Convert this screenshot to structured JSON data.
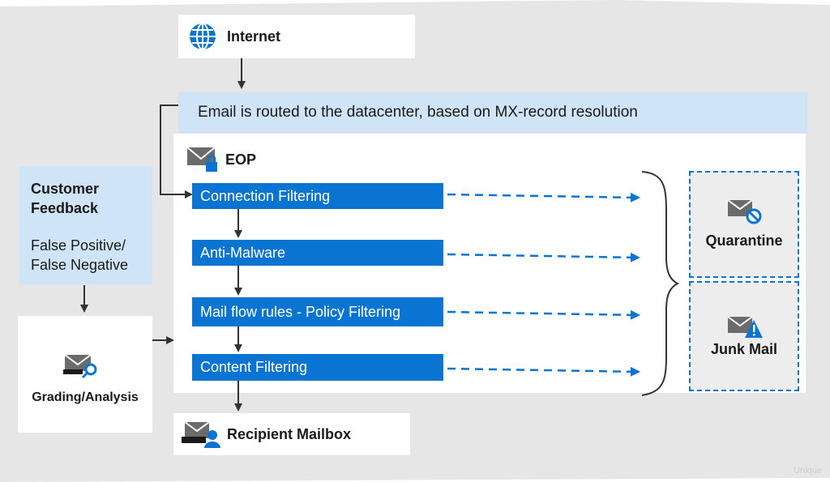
{
  "colors": {
    "background": "#e6e6e6",
    "accent_blue": "#0a74d2",
    "light_blue": "#cfe4f7",
    "icon_gray": "#6b6b6b",
    "text": "#1a1a1a"
  },
  "internet": {
    "label": "Internet",
    "icon": "globe-icon"
  },
  "routing_banner": {
    "text": "Email is routed to the datacenter, based on MX-record resolution"
  },
  "eop": {
    "label": "EOP",
    "icon": "mail-lock-icon",
    "steps": [
      {
        "label": "Connection Filtering"
      },
      {
        "label": "Anti-Malware"
      },
      {
        "label": "Mail flow rules - Policy Filtering"
      },
      {
        "label": "Content Filtering"
      }
    ]
  },
  "customer_feedback": {
    "title": "Customer Feedback",
    "body": "False Positive/ False Negative"
  },
  "grading": {
    "label": "Grading/Analysis",
    "icon": "mail-search-icon"
  },
  "recipient": {
    "label": "Recipient Mailbox",
    "icon": "mail-user-icon"
  },
  "outcomes": [
    {
      "label": "Quarantine",
      "icon": "mail-block-icon"
    },
    {
      "label": "Junk Mail",
      "icon": "mail-warning-icon"
    }
  ],
  "watermark": "Unique"
}
